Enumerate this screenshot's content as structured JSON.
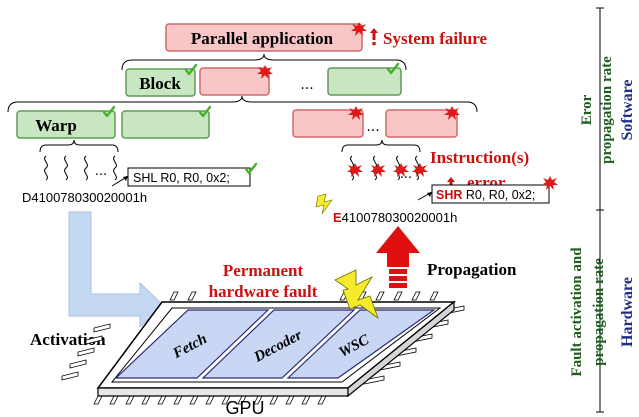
{
  "labels": {
    "parallel_application": "Parallel application",
    "system_failure": "System failure",
    "block": "Block",
    "warp": "Warp",
    "ellipsis": "...",
    "instructions_error_1": "Instruction(s)",
    "instructions_error_2": "error",
    "instr_ok_text": "SHL R0, R0, 0x2;",
    "instr_bad_op": "SHR",
    "instr_bad_rest": " R0, R0, 0x2;",
    "hex_ok": "D410078030020001h",
    "hex_bad_first": "E",
    "hex_bad_rest": "410078030020001h",
    "permanent_fault_1": "Permanent",
    "permanent_fault_2": "hardware fault",
    "propagation": "Propagation",
    "activation": "Activation",
    "gpu": "GPU",
    "fetch": "Fetch",
    "decoder": "Decoder",
    "wsc": "WSC"
  },
  "side_labels": {
    "software_title": "Software",
    "software_sub_1": "Eror",
    "software_sub_2": "propagation rate",
    "hardware_title": "Hardware",
    "hardware_sub_1": "Fault activation and",
    "hardware_sub_2": "propagation rate"
  },
  "colors": {
    "fault_red": "#cc1111",
    "box_red_fill": "#f8c6c6",
    "box_red_stroke": "#d26a6a",
    "box_green_fill": "#c9e6c2",
    "box_green_stroke": "#5f9a57",
    "check_green": "#49b02c",
    "side_green": "#1f5a1f",
    "side_blue": "#1d2f86",
    "unit_fill": "#c9d7f5",
    "arrow_blue": "#c4d8f2",
    "lightning_yellow": "#f6ea2a"
  }
}
